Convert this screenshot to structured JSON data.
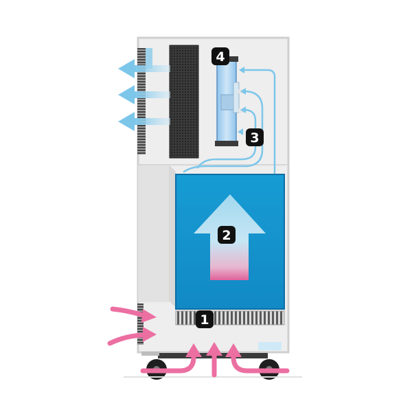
{
  "markers": [
    {
      "id": "1",
      "label": "1"
    },
    {
      "id": "2",
      "label": "2"
    },
    {
      "id": "3",
      "label": "3"
    },
    {
      "id": "4",
      "label": "4"
    }
  ],
  "colors": {
    "housing": "#eeeeee",
    "housing_stroke": "#cfcfcf",
    "filter_blue": "#1aa4dd",
    "cool_air": "#7cc6ea",
    "warm_air": "#ec6fa2",
    "marker_bg": "#111111"
  },
  "icons": [
    "outlet-air-arrow-icon",
    "intake-air-arrow-icon",
    "fan-icon",
    "wheel-icon"
  ]
}
